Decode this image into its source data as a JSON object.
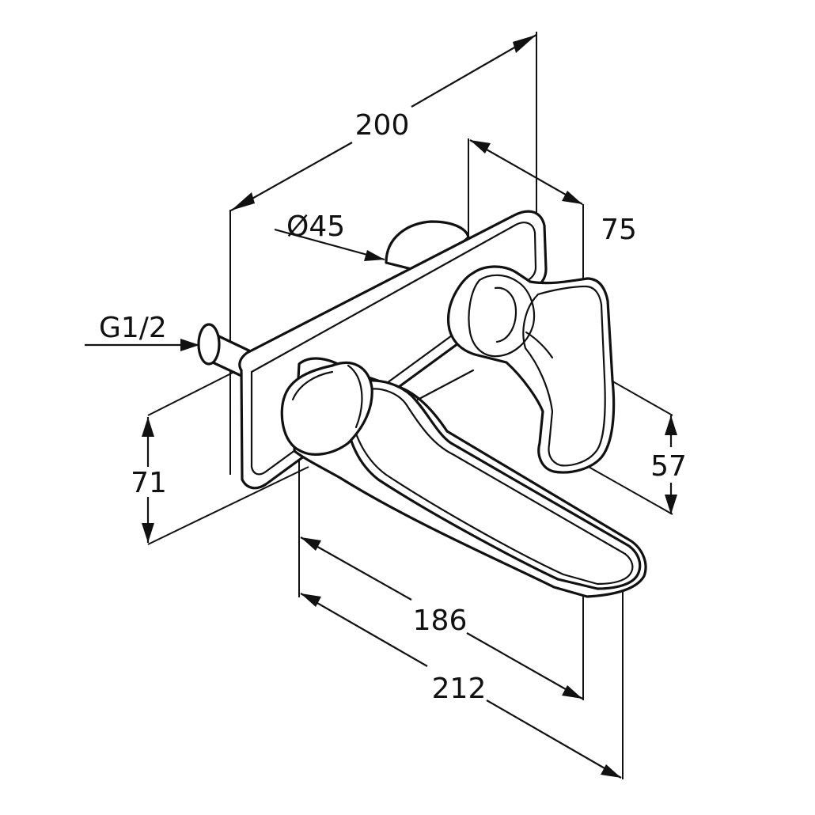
{
  "figure": {
    "name": "wall-mounted-basin-mixer-dimension-drawing",
    "dimensions": {
      "plate_width": "200",
      "rosette_diameter": "Ø45",
      "inlet_thread": "G1/2",
      "handle_depth": "75",
      "spout_height": "71",
      "handle_height": "57",
      "spout_projection_inner": "186",
      "spout_projection_total": "212"
    }
  }
}
